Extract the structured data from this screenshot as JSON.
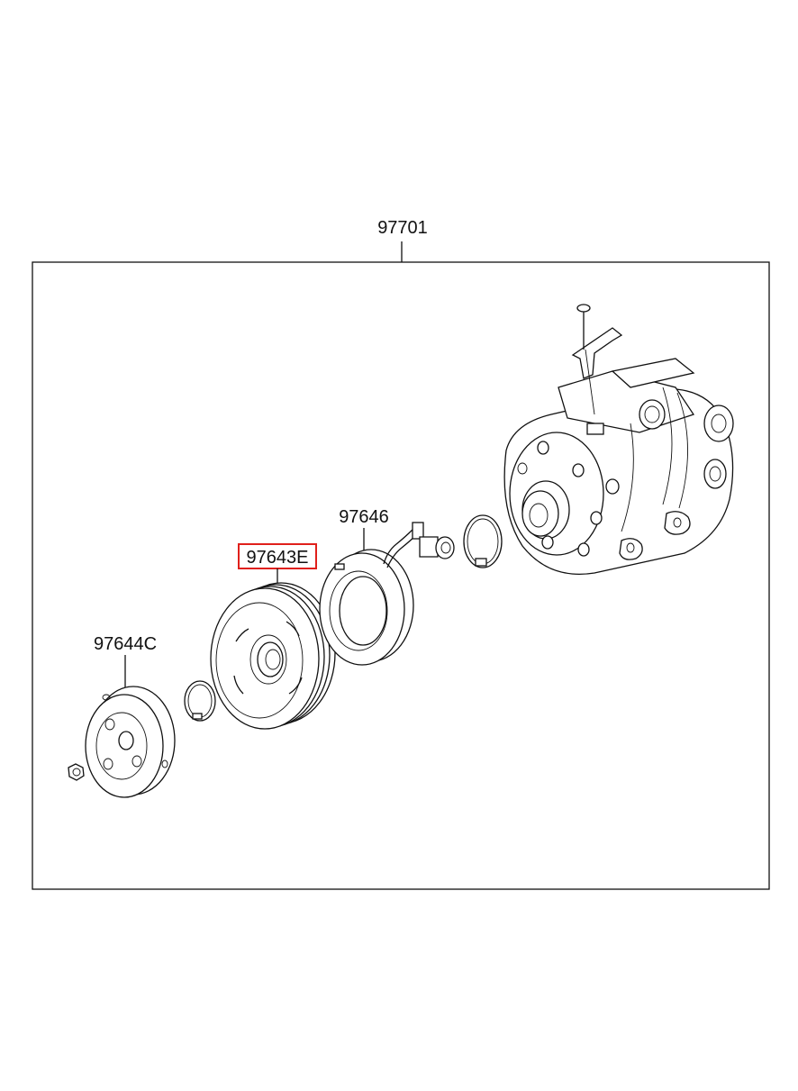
{
  "diagram": {
    "assembly_label": "97701",
    "parts": [
      {
        "part_number": "97646"
      },
      {
        "part_number": "97643E",
        "highlighted": true
      },
      {
        "part_number": "97644C"
      }
    ],
    "highlight_color": "#e0201b",
    "line_color": "#111111"
  }
}
